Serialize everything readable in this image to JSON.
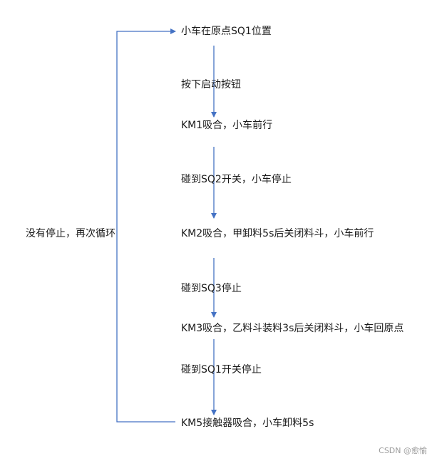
{
  "colors": {
    "line": "#4472c4",
    "text": "#1a1a1a",
    "watermark": "#9a9a9a",
    "background": "#ffffff"
  },
  "diagram": {
    "steps": [
      "小车在原点SQ1位置",
      "KM1吸合，小车前行",
      "KM2吸合，甲卸料5s后关闭料斗，小车前行",
      "KM3吸合，乙料斗装料3s后关闭料斗，小车回原点",
      "KM5接触器吸合，小车卸料5s"
    ],
    "conditions": [
      "按下启动按钮",
      "碰到SQ2开关，小车停止",
      "碰到SQ3停止",
      "碰到SQ1开关停止"
    ],
    "loop_label": "没有停止，再次循环"
  },
  "watermark": "CSDN @愈愉"
}
